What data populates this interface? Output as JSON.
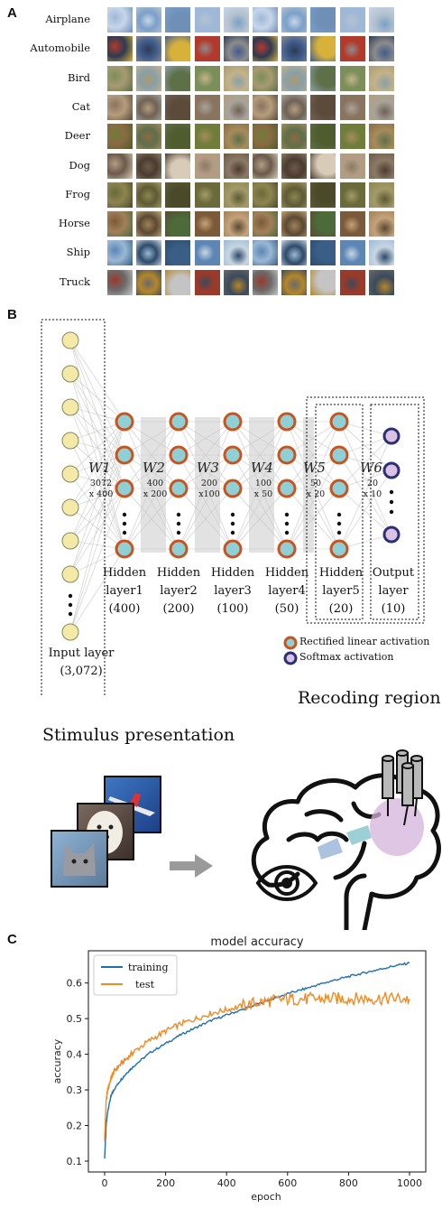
{
  "panels": {
    "a": "A",
    "b": "B",
    "c": "C"
  },
  "panel_a": {
    "classes": [
      "Airplane",
      "Automobile",
      "Bird",
      "Cat",
      "Deer",
      "Dog",
      "Frog",
      "Horse",
      "Ship",
      "Truck"
    ]
  },
  "panel_b": {
    "input_layer": {
      "name": "Input layer",
      "size": "(3,072)"
    },
    "hidden_layers": [
      {
        "name1": "Hidden",
        "name2": "layer1",
        "size": "(400)"
      },
      {
        "name1": "Hidden",
        "name2": "layer2",
        "size": "(200)"
      },
      {
        "name1": "Hidden",
        "name2": "layer3",
        "size": "(100)"
      },
      {
        "name1": "Hidden",
        "name2": "layer4",
        "size": "(50)"
      },
      {
        "name1": "Hidden",
        "name2": "layer5",
        "size": "(20)"
      }
    ],
    "output_layer": {
      "name1": "Output",
      "name2": "layer",
      "size": "(10)"
    },
    "weights": [
      {
        "name": "W1",
        "d1": "3072",
        "d2": "x 400"
      },
      {
        "name": "W2",
        "d1": "400",
        "d2": "x 200"
      },
      {
        "name": "W3",
        "d1": "200",
        "d2": "x100"
      },
      {
        "name": "W4",
        "d1": "100",
        "d2": "x 50"
      },
      {
        "name": "W5",
        "d1": "50",
        "d2": "x 20"
      },
      {
        "name": "W6",
        "d1": "20",
        "d2": "x 10"
      }
    ],
    "legend": {
      "relu": "Rectified linear activation",
      "softmax": "Softmax activation"
    },
    "recoding_region": "Recoding region",
    "stimulus_presentation": "Stimulus presentation",
    "colors": {
      "input_fill": "#f4eaa8",
      "hidden_fill": "#8fd0d6",
      "hidden_stroke": "#c8541f",
      "output_fill": "#dcc2e2",
      "output_stroke": "#2a2f7a"
    }
  },
  "chart_data": {
    "type": "line",
    "title": "model accuracy",
    "xlabel": "epoch",
    "ylabel": "accuracy",
    "xlim": [
      0,
      1000
    ],
    "ylim": [
      0.1,
      0.66
    ],
    "xticks": [
      "0",
      "200",
      "400",
      "600",
      "800",
      "1000"
    ],
    "yticks": [
      "0.1",
      "0.2",
      "0.3",
      "0.4",
      "0.5",
      "0.6"
    ],
    "legend_position": "top-left",
    "series": [
      {
        "name": "training",
        "color": "#1f6fb4",
        "x": [
          0,
          5,
          10,
          20,
          30,
          50,
          75,
          100,
          150,
          200,
          250,
          300,
          350,
          400,
          450,
          500,
          550,
          600,
          650,
          700,
          750,
          800,
          850,
          900,
          950,
          1000
        ],
        "y": [
          0.11,
          0.2,
          0.24,
          0.28,
          0.3,
          0.325,
          0.35,
          0.37,
          0.405,
          0.43,
          0.455,
          0.475,
          0.495,
          0.51,
          0.525,
          0.54,
          0.555,
          0.57,
          0.582,
          0.595,
          0.607,
          0.618,
          0.628,
          0.638,
          0.648,
          0.656
        ]
      },
      {
        "name": "test",
        "color": "#f08a24",
        "x": [
          0,
          5,
          10,
          20,
          30,
          50,
          75,
          100,
          150,
          200,
          250,
          300,
          350,
          400,
          450,
          500,
          550,
          600,
          650,
          700,
          750,
          800,
          850,
          900,
          950,
          1000
        ],
        "y": [
          0.16,
          0.27,
          0.3,
          0.33,
          0.35,
          0.37,
          0.39,
          0.41,
          0.44,
          0.465,
          0.485,
          0.5,
          0.515,
          0.525,
          0.535,
          0.545,
          0.55,
          0.555,
          0.555,
          0.555,
          0.556,
          0.556,
          0.556,
          0.556,
          0.557,
          0.555
        ]
      }
    ]
  }
}
